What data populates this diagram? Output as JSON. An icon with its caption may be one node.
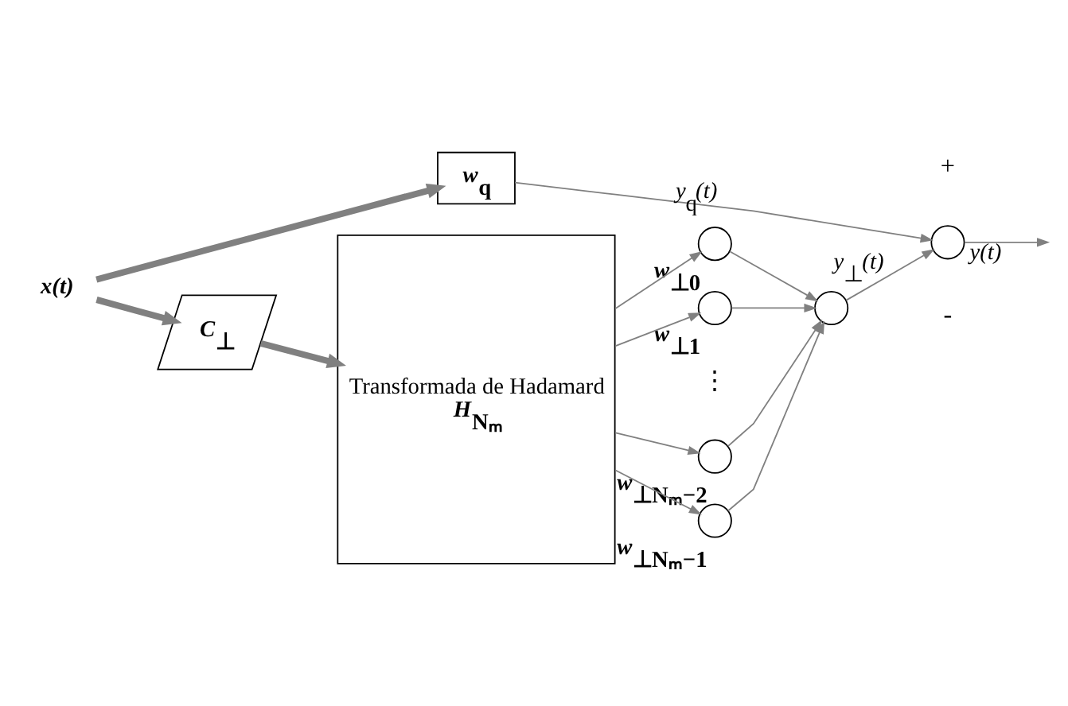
{
  "diagram": {
    "nodes": [
      {
        "text": [
          "x(t)"
        ]
      },
      {
        "text": [
          "w$_{q}$"
        ]
      },
      {
        "text": [
          "C$_{⊥}$"
        ]
      },
      {
        "text": [
          "Transformada de Hadamard",
          "H$_{Nₘ}$"
        ]
      },
      {
        "text": [],
        "shape": "circle",
        "beside": [
          "w$_{⊥0}$"
        ]
      },
      {
        "text": [],
        "shape": "circle",
        "beside": [
          "w$_{⊥1}$"
        ]
      },
      {
        "text": [],
        "shape": "circle",
        "beside": [
          "w$_{⊥Nₘ−2}$"
        ]
      },
      {
        "text": [],
        "shape": "circle",
        "beside": [
          "w$_{⊥Nₘ−1}$"
        ]
      },
      {
        "text": [],
        "shape": "circle"
      },
      {
        "text": [],
        "shape": "circle"
      }
    ],
    "edges": [
      {
        "from": 0,
        "to": 1,
        "arrow": "to",
        "style": "thick"
      },
      {
        "from": 0,
        "to": 2,
        "arrow": "to",
        "style": "thick"
      },
      {
        "from": 2,
        "to": 3,
        "arrow": "to",
        "style": "thick"
      },
      {
        "from": 3,
        "to": 4,
        "arrow": "to"
      },
      {
        "from": 3,
        "to": 5,
        "arrow": "to"
      },
      {
        "from": 3,
        "to": 6,
        "arrow": "to"
      },
      {
        "from": 3,
        "to": 7,
        "arrow": "to"
      },
      {
        "from": 4,
        "to": 8,
        "arrow": "to"
      },
      {
        "from": 5,
        "to": 8,
        "arrow": "to"
      },
      {
        "from": 6,
        "to": 8,
        "arrow": "to"
      },
      {
        "from": 7,
        "to": 8,
        "arrow": "to"
      },
      {
        "from": 1,
        "to": 9,
        "arrow": "to",
        "label": "y$_{q}$(t)"
      },
      {
        "from": 8,
        "to": 9,
        "arrow": "to",
        "label": "y$_{⊥}$(t)"
      },
      {
        "from": 9,
        "to": null,
        "arrow": "to",
        "label": "y(t)"
      }
    ],
    "labels": [
      "+",
      "⋮",
      "-"
    ]
  }
}
